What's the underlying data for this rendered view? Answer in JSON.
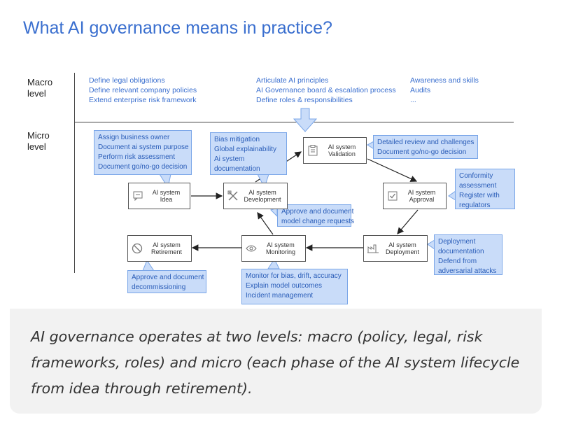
{
  "title": "What AI governance means in practice?",
  "levels": {
    "macro": "Macro\nlevel",
    "micro": "Micro\nlevel"
  },
  "macro": {
    "col1": [
      "Define legal obligations",
      "Define relevant company policies",
      "Extend enterprise risk framework"
    ],
    "col2": [
      "Articulate AI principles",
      "AI Governance board & escalation process",
      "Define roles & responsibilities"
    ],
    "col3": [
      "Awareness and skills",
      "Audits",
      "..."
    ]
  },
  "nodes": {
    "idea": "AI system\nIdea",
    "development": "AI system\nDevelopment",
    "validation": "AI system\nValidation",
    "approval": "AI system\nApproval",
    "deployment": "AI system\nDeployment",
    "monitoring": "AI system\nMonitoring",
    "retirement": "AI system\nRetirement"
  },
  "notes": {
    "owner": [
      "Assign business owner",
      "Document ai system purpose",
      "Perform risk assessment",
      "Document go/no-go decision"
    ],
    "bias": [
      "Bias mitigation",
      "Global explainability",
      "Ai system",
      "documentation"
    ],
    "review": [
      "Detailed review and challenges",
      "Document go/no-go decision"
    ],
    "conformity": [
      "Conformity",
      "assessment",
      "Register with",
      "regulators"
    ],
    "change": [
      "Approve and document",
      "model change requests"
    ],
    "deploy": [
      "Deployment",
      "documentation",
      "Defend from",
      "adversarial attacks"
    ],
    "monitor": [
      "Monitor for bias, drift, accuracy",
      "Explain model outcomes",
      "Incident management"
    ],
    "decom": [
      "Approve and document",
      "decommissioning"
    ]
  },
  "caption": "AI governance operates at two levels: macro (policy, legal, risk frameworks, roles) and micro (each phase of the AI system lifecycle from idea through retirement)."
}
